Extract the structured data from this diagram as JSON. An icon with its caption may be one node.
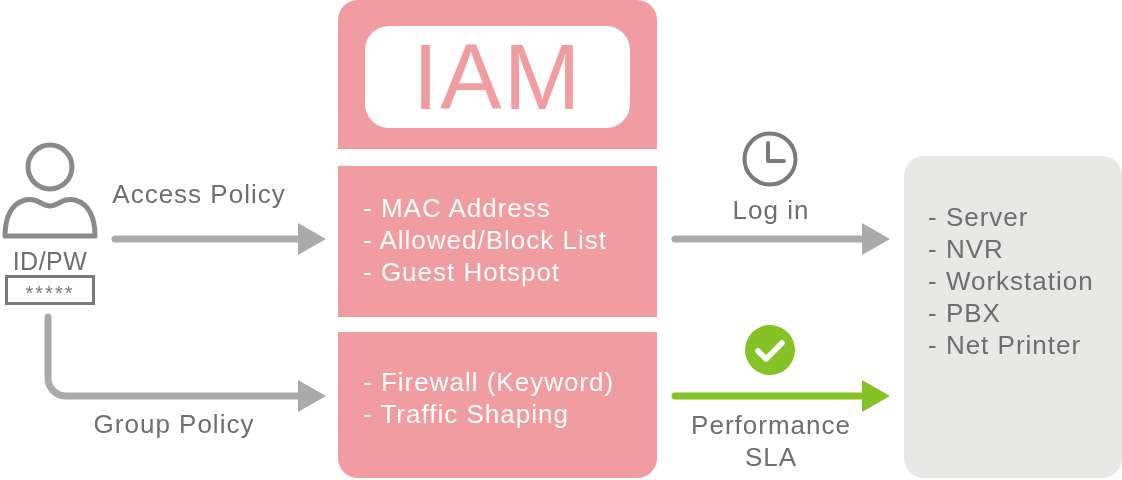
{
  "diagram": {
    "nodes": [
      {
        "text": [
          "ID/PW",
          "*****"
        ]
      },
      {
        "text": [
          "IAM"
        ]
      },
      {
        "text": [
          "- MAC Address",
          "- Allowed/Block List",
          "- Guest Hotspot"
        ]
      },
      {
        "text": [
          "- Firewall (Keyword)",
          "- Traffic Shaping"
        ]
      },
      {
        "text": [
          "- Server",
          "- NVR",
          "- Workstation",
          "- PBX",
          "- Net Printer"
        ]
      }
    ],
    "edges": [
      {
        "from": 0,
        "to": 2,
        "arrow": "to",
        "label": "Access Policy"
      },
      {
        "from": 0,
        "to": 3,
        "arrow": "to",
        "label": "Group Policy"
      },
      {
        "from": 2,
        "to": 4,
        "arrow": "to",
        "label": "Log in"
      },
      {
        "from": 3,
        "to": 4,
        "arrow": "to",
        "label": "Performance SLA",
        "color": "#85c226"
      }
    ]
  }
}
